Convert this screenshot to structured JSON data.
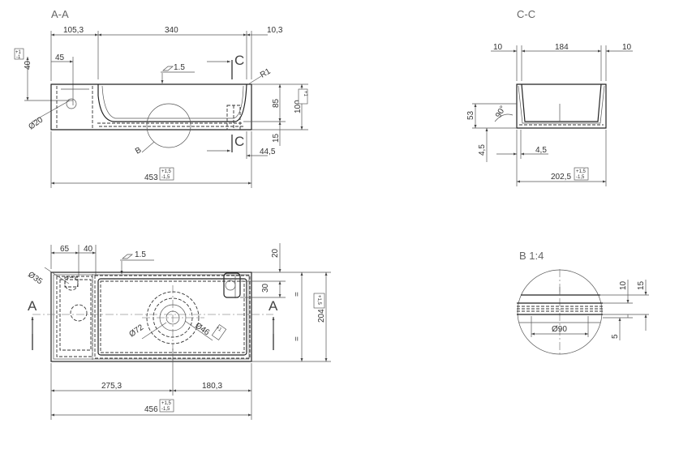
{
  "views": {
    "section_aa": {
      "title": "A-A",
      "cut_label": "C",
      "detail_ref": "B",
      "dims": {
        "w_left": "105,3",
        "w_mid": "340",
        "w_right": "10,3",
        "h_left": "40",
        "w_45": "45",
        "dia_20": "Ø20",
        "slope": "1.5",
        "radius": "R1",
        "h_85": "85",
        "h_100": "100",
        "h_15": "15",
        "w_445": "44,5",
        "total": "453"
      }
    },
    "section_cc": {
      "title": "C-C",
      "dims": {
        "w_10a": "10",
        "w_184": "184",
        "w_10b": "10",
        "h_53": "53",
        "angle": "90°",
        "h_45": "4,5",
        "w_45": "4,5",
        "total": "202,5"
      }
    },
    "plan": {
      "section_mark": "A",
      "dims": {
        "w_65": "65",
        "w_40": "40",
        "slope": "1.5",
        "dia_35": "Ø35",
        "dia_72": "Ø72",
        "dia_46": "Ø46",
        "h_20": "20",
        "h_30": "30",
        "eq": "=",
        "h_204": "204",
        "w_2753": "275,3",
        "w_1803": "180,3",
        "total": "456"
      }
    },
    "detail_b": {
      "title": "B 1:4",
      "dims": {
        "h_10": "10",
        "h_15": "15",
        "h_5": "5",
        "dia_90": "Ø90"
      }
    }
  },
  "tolerances": {
    "tol_1": {
      "plus": "+1",
      "minus": "-1"
    },
    "tol_15": {
      "plus": "+1,5",
      "minus": "-1,5"
    },
    "tol_0": {
      "plus": "+1",
      "minus": "0"
    }
  }
}
